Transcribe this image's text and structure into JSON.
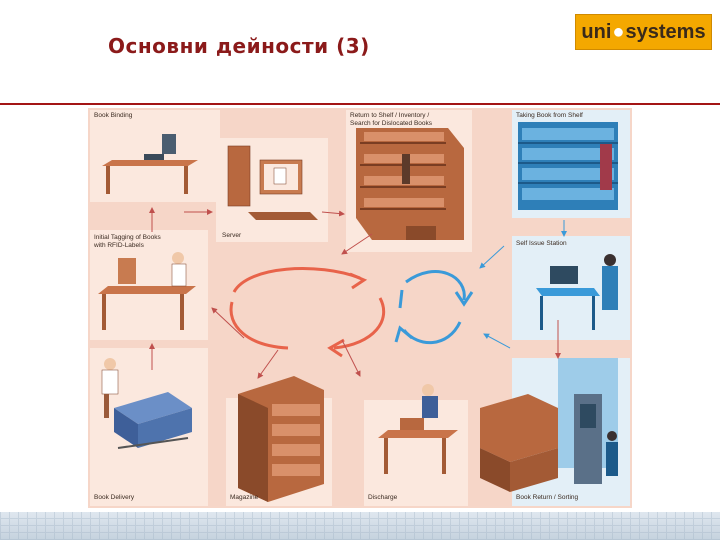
{
  "slide": {
    "title": "Основни дейности (3)"
  },
  "logo": {
    "part1": "uni",
    "part2": "systems"
  },
  "panels": {
    "book_binding": "Book Binding",
    "return_to_shelf_line1": "Return to Shelf / Inventory /",
    "return_to_shelf_line2": "Search for Dislocated Books",
    "taking_book": "Taking Book from Shelf",
    "server": "Server",
    "initial_tagging_line1": "Initial Tagging of Books",
    "initial_tagging_line2": "with RFID-Labels",
    "self_issue": "Self Issue Station",
    "book_delivery": "Book Delivery",
    "magazine": "Magazine",
    "discharge": "Discharge",
    "book_return": "Book Return / Sorting"
  },
  "colors": {
    "title": "#8b1a1a",
    "logo_bg": "#f4a800",
    "divider": "#a31515",
    "red_cycle": "#e8634a",
    "blue_cycle": "#3a9ad9",
    "diagram_bg": "#f6d6c8"
  }
}
